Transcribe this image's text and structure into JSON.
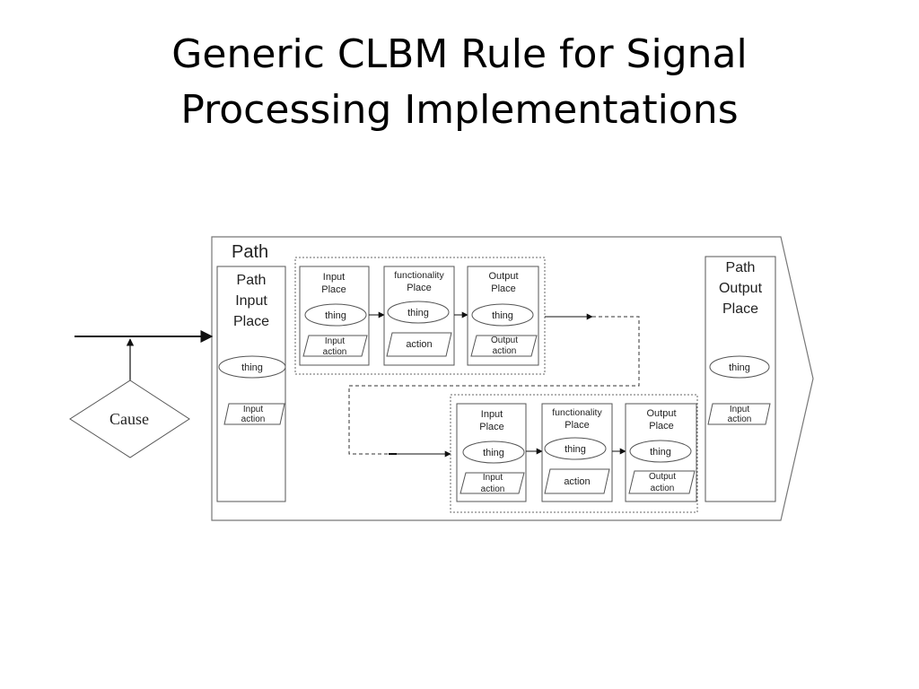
{
  "title": {
    "line1": "Generic CLBM Rule for Signal",
    "line2": "Processing Implementations"
  },
  "diagram": {
    "path_label": "Path",
    "cause_label": "Cause",
    "path_input": {
      "label_lines": [
        "Path",
        "Input",
        "Place"
      ],
      "thing": "thing",
      "action_lines": [
        "Input",
        "action"
      ]
    },
    "path_output": {
      "label_lines": [
        "Path",
        "Output",
        "Place"
      ],
      "thing": "thing",
      "action_lines": [
        "Input",
        "action"
      ]
    },
    "group1": {
      "input_place": {
        "label_lines": [
          "Input",
          "Place"
        ],
        "thing": "thing",
        "action_lines": [
          "Input",
          "action"
        ]
      },
      "functionality_place": {
        "label_lines": [
          "functionality",
          "Place"
        ],
        "thing": "thing",
        "action": "action"
      },
      "output_place": {
        "label_lines": [
          "Output",
          "Place"
        ],
        "thing": "thing",
        "action_lines": [
          "Output",
          "action"
        ]
      }
    },
    "group2": {
      "input_place": {
        "label_lines": [
          "Input",
          "Place"
        ],
        "thing": "thing",
        "action_lines": [
          "Input",
          "action"
        ]
      },
      "functionality_place": {
        "label_lines": [
          "functionality",
          "Place"
        ],
        "thing": "thing",
        "action": "action"
      },
      "output_place": {
        "label_lines": [
          "Output",
          "Place"
        ],
        "thing": "thing",
        "action_lines": [
          "Output",
          "action"
        ]
      }
    }
  }
}
